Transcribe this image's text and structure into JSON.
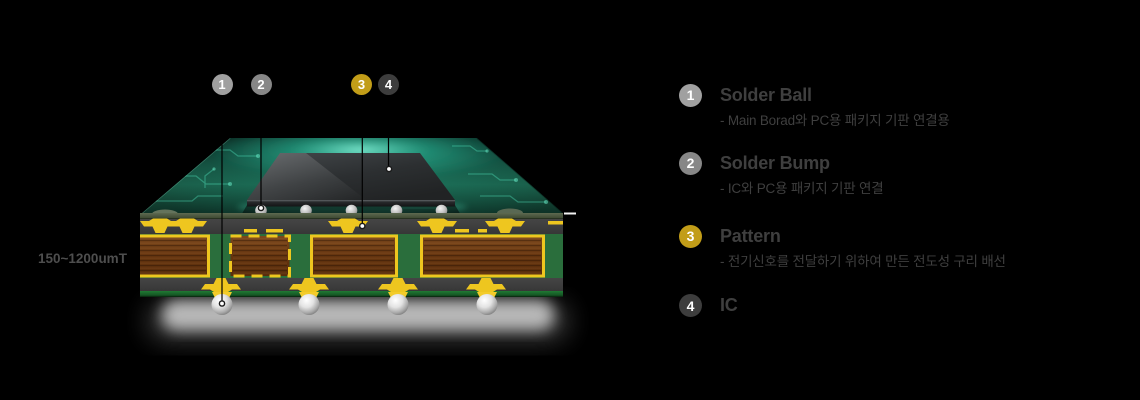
{
  "diagram": {
    "scale_label": "150~1200umT",
    "callouts": [
      {
        "num": "1",
        "color": "#a0a0a0",
        "target": "solder-ball"
      },
      {
        "num": "2",
        "color": "#878787",
        "target": "solder-bump"
      },
      {
        "num": "3",
        "color": "#c29d18",
        "target": "pattern"
      },
      {
        "num": "4",
        "color": "#3d3d3d",
        "target": "ic-chip"
      }
    ]
  },
  "legend": {
    "items": [
      {
        "num": "1",
        "color": "#a0a0a0",
        "title": "Solder Ball",
        "desc": "- Main Borad와 PC용 패키지 기판 연결용"
      },
      {
        "num": "2",
        "color": "#878787",
        "title": "Solder Bump",
        "desc": "- IC와 PC용 패키지 기판 연결"
      },
      {
        "num": "3",
        "color": "#c29d18",
        "title": "Pattern",
        "desc": "- 전기신호를 전달하기 위하여 만든 전도성 구리 배선"
      },
      {
        "num": "4",
        "color": "#3d3d3d",
        "title": "IC",
        "desc": ""
      }
    ]
  },
  "colors": {
    "background": "#000000",
    "board_glow_teal": "#35e2bb",
    "board_surface_green": "#16523f",
    "core_green": "#2a6e3c",
    "copper_brown": "#6f3d15",
    "gold_pattern": "#eec61f",
    "chip_gray": "#2e3133",
    "legend_text": "#3f3f3f",
    "scale_text": "#4e4e4e"
  }
}
